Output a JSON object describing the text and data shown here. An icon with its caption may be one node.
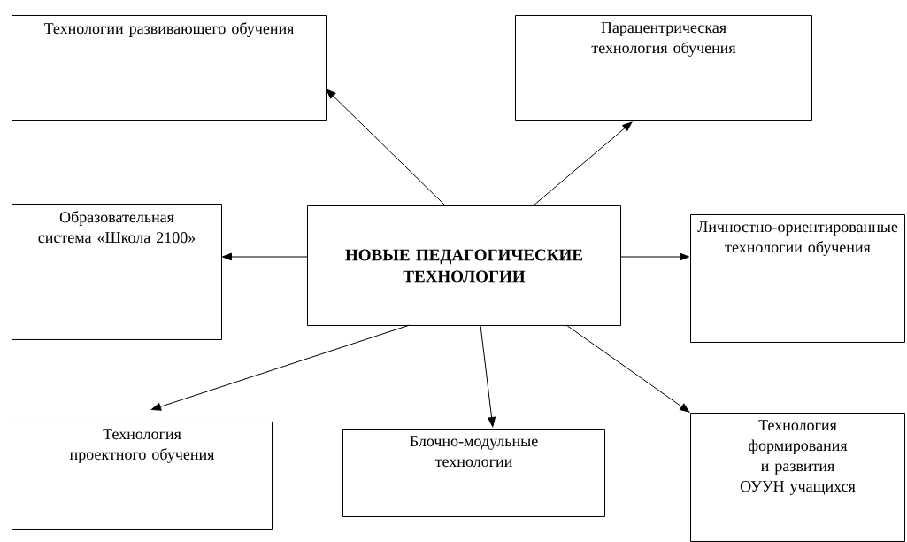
{
  "diagram": {
    "nodes": [
      {
        "text": [
          "Технологии развивающего обучения"
        ]
      },
      {
        "text": [
          "Парацентрическая технология обучения"
        ]
      },
      {
        "text": [
          "Образовательная система «Школа 2100»"
        ]
      },
      {
        "text": [
          "НОВЫЕ ПЕДАГОГИЧЕСКИЕ ТЕХНОЛОГИИ"
        ]
      },
      {
        "text": [
          "Личностно-ориентированные технологии обучения"
        ]
      },
      {
        "text": [
          "Технология проектного обучения"
        ]
      },
      {
        "text": [
          "Блочно-модульные технологии"
        ]
      },
      {
        "text": [
          "Технология формирования и развития ОУУН учащихся"
        ]
      }
    ],
    "edges": [
      {
        "from": 3,
        "to": 0,
        "arrow": "to"
      },
      {
        "from": 3,
        "to": 1,
        "arrow": "to"
      },
      {
        "from": 3,
        "to": 2,
        "arrow": "to"
      },
      {
        "from": 3,
        "to": 4,
        "arrow": "to"
      },
      {
        "from": 3,
        "to": 5,
        "arrow": "to"
      },
      {
        "from": 3,
        "to": 6,
        "arrow": "to"
      },
      {
        "from": 3,
        "to": 7,
        "arrow": "to"
      }
    ]
  }
}
